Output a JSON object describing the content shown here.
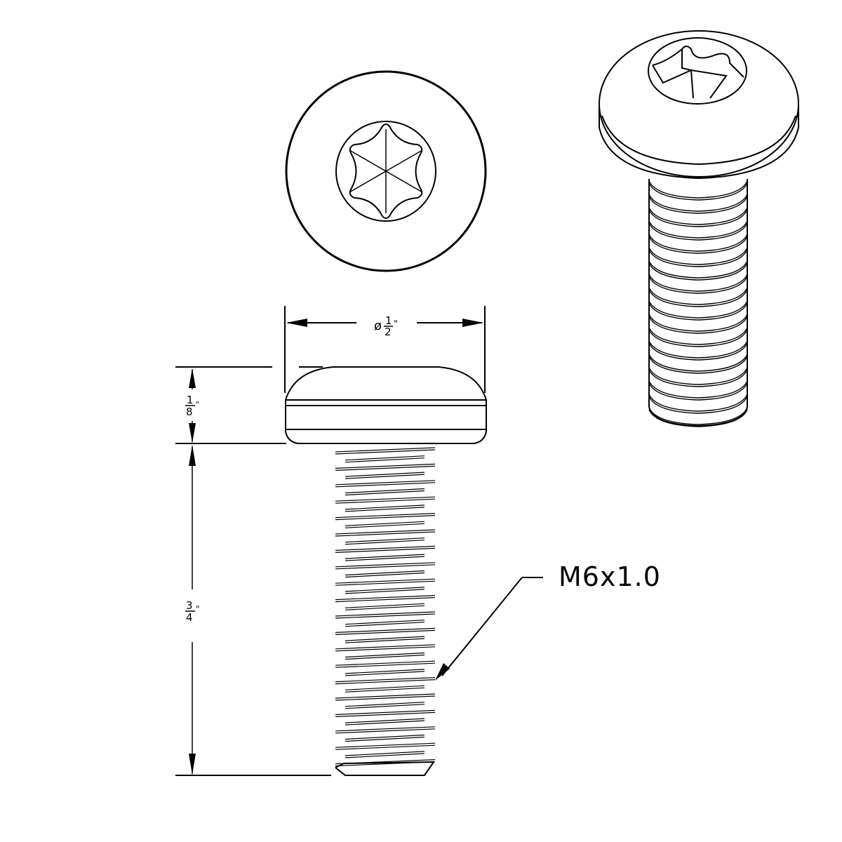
{
  "drawing": {
    "subject": "Torx pan head machine screw",
    "views": [
      "top-view",
      "side-view",
      "isometric-view"
    ],
    "line_color": "#000000",
    "background": "#ffffff"
  },
  "dimensions": {
    "head_diameter": {
      "symbol": "ø",
      "numerator": "1",
      "denominator": "2",
      "unit": "\""
    },
    "head_height": {
      "numerator": "1",
      "denominator": "8",
      "unit": "\""
    },
    "thread_length": {
      "numerator": "3",
      "denominator": "4",
      "unit": "\""
    }
  },
  "callouts": {
    "thread_spec": "M6x1.0"
  }
}
